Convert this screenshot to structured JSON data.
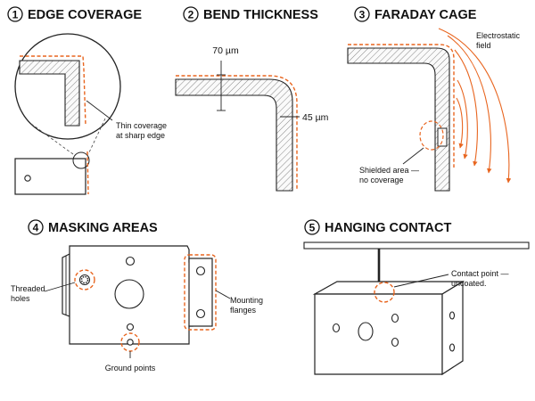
{
  "panels": [
    {
      "number": "1",
      "title": "EDGE COVERAGE"
    },
    {
      "number": "2",
      "title": "BEND THICKNESS"
    },
    {
      "number": "3",
      "title": "FARADAY CAGE"
    },
    {
      "number": "4",
      "title": "MASKING AREAS"
    },
    {
      "number": "5",
      "title": "HANGING CONTACT"
    }
  ],
  "edge_coverage": {
    "callout_line1": "Thin coverage",
    "callout_line2": "at sharp edge"
  },
  "bend_thickness": {
    "corner_thickness": "70 µm",
    "side_thickness": "45 µm"
  },
  "faraday_cage": {
    "field_line1": "Electrostatic",
    "field_line2": "field",
    "shield_line1": "Shielded area —",
    "shield_line2": "no coverage"
  },
  "masking": {
    "threaded_line1": "Threaded",
    "threaded_line2": "holes",
    "mounting_line1": "Mounting",
    "mounting_line2": "flanges",
    "ground": "Ground points"
  },
  "hanging": {
    "contact_line1": "Contact point —",
    "contact_line2": "uncoated."
  },
  "colors": {
    "accent": "#e8651f",
    "ink": "#222222"
  }
}
